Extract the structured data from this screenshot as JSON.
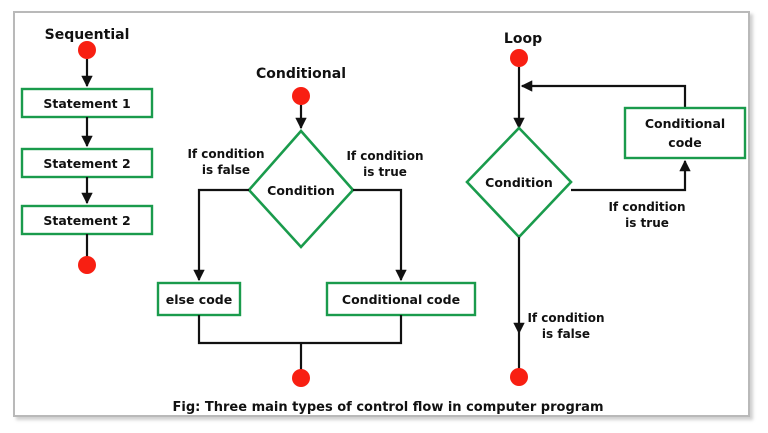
{
  "figure": {
    "caption": "Fig: Three main types of control flow in computer program",
    "accent_green": "#1a9b4c",
    "accent_red": "#f81f12",
    "line_color": "#111111",
    "frame_color": "#b9b9b9",
    "background": "#ffffff"
  },
  "sequential": {
    "title": "Sequential",
    "start_node": "start-dot",
    "steps": [
      {
        "label": "Statement 1"
      },
      {
        "label": "Statement 2"
      },
      {
        "label": "Statement 2"
      }
    ],
    "end_node": "end-dot"
  },
  "conditional": {
    "title": "Conditional",
    "start_node": "start-dot",
    "decision": "Condition",
    "false_branch_label": "If condition\nis false",
    "false_branch_line1": "If condition",
    "false_branch_line2": "is false",
    "true_branch_label": "If condition\nis true",
    "true_branch_line1": "If condition",
    "true_branch_line2": "is true",
    "false_box": "else code",
    "true_box": "Conditional code",
    "end_node": "end-dot"
  },
  "loop": {
    "title": "Loop",
    "start_node": "start-dot",
    "decision": "Condition",
    "body_box_line1": "Conditional",
    "body_box_line2": "code",
    "true_branch_line1": "If condition",
    "true_branch_line2": "is true",
    "false_branch_line1": "If condition",
    "false_branch_line2": "is false",
    "end_node": "end-dot"
  }
}
